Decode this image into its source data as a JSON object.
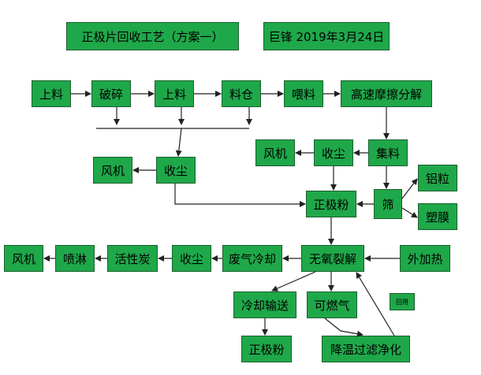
{
  "header": {
    "title": "正极片回收工艺（方案一）",
    "author_date": "巨锋 2019年3月24日"
  },
  "nodes": {
    "load1": "上料",
    "crush": "破碎",
    "load2": "上料",
    "silo": "料仓",
    "feed": "喂料",
    "grind": "高速摩擦分解",
    "fan1": "风机",
    "dust1": "收尘",
    "collect": "集料",
    "fan2": "风机",
    "dust2": "收尘",
    "al": "铝粒",
    "sieve": "筛",
    "cathode1": "正极粉",
    "film": "塑膜",
    "fan3": "风机",
    "spray": "喷淋",
    "carbon": "活性炭",
    "dust3": "收尘",
    "gascool": "废气冷却",
    "pyro": "无氧裂解",
    "heat": "外加热",
    "coolconvey": "冷却输送",
    "combust": "可燃气",
    "reuse": "回用",
    "cathode2": "正极粉",
    "purify": "降温过滤净化"
  }
}
